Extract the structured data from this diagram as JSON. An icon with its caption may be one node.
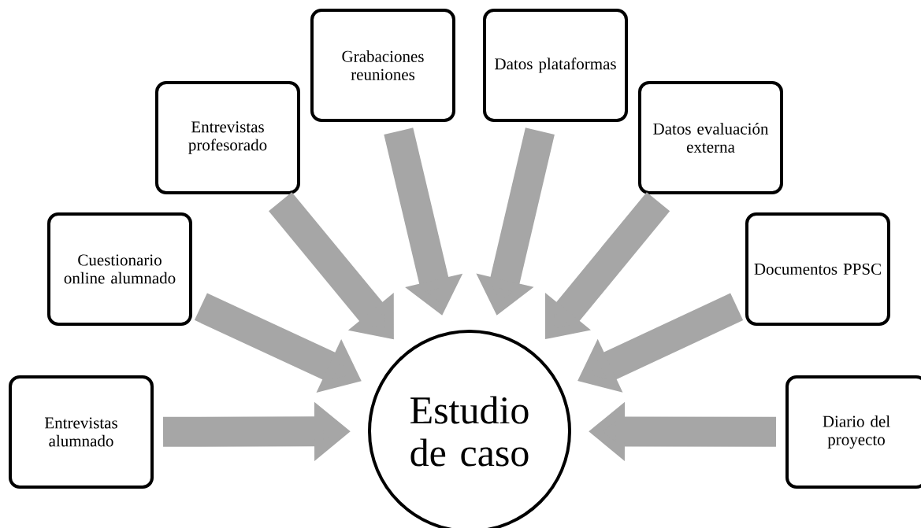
{
  "diagram": {
    "nodes": [
      {
        "text": [
          "Estudio de caso"
        ]
      },
      {
        "text": [
          "Entrevistas alumnado"
        ]
      },
      {
        "text": [
          "Cuestionario online alumnado"
        ]
      },
      {
        "text": [
          "Entrevistas profesorado"
        ]
      },
      {
        "text": [
          "Grabaciones reuniones"
        ]
      },
      {
        "text": [
          "Datos plataformas"
        ]
      },
      {
        "text": [
          "Datos evaluación externa"
        ]
      },
      {
        "text": [
          "Documentos PPSC"
        ]
      },
      {
        "text": [
          "Diario del proyecto"
        ]
      }
    ],
    "edges": [
      {
        "from": 1,
        "to": 0,
        "arrow": "to"
      },
      {
        "from": 2,
        "to": 0,
        "arrow": "to"
      },
      {
        "from": 3,
        "to": 0,
        "arrow": "to"
      },
      {
        "from": 4,
        "to": 0,
        "arrow": "to"
      },
      {
        "from": 5,
        "to": 0,
        "arrow": "to"
      },
      {
        "from": 6,
        "to": 0,
        "arrow": "to"
      },
      {
        "from": 7,
        "to": 0,
        "arrow": "to"
      },
      {
        "from": 8,
        "to": 0,
        "arrow": "to"
      }
    ]
  }
}
